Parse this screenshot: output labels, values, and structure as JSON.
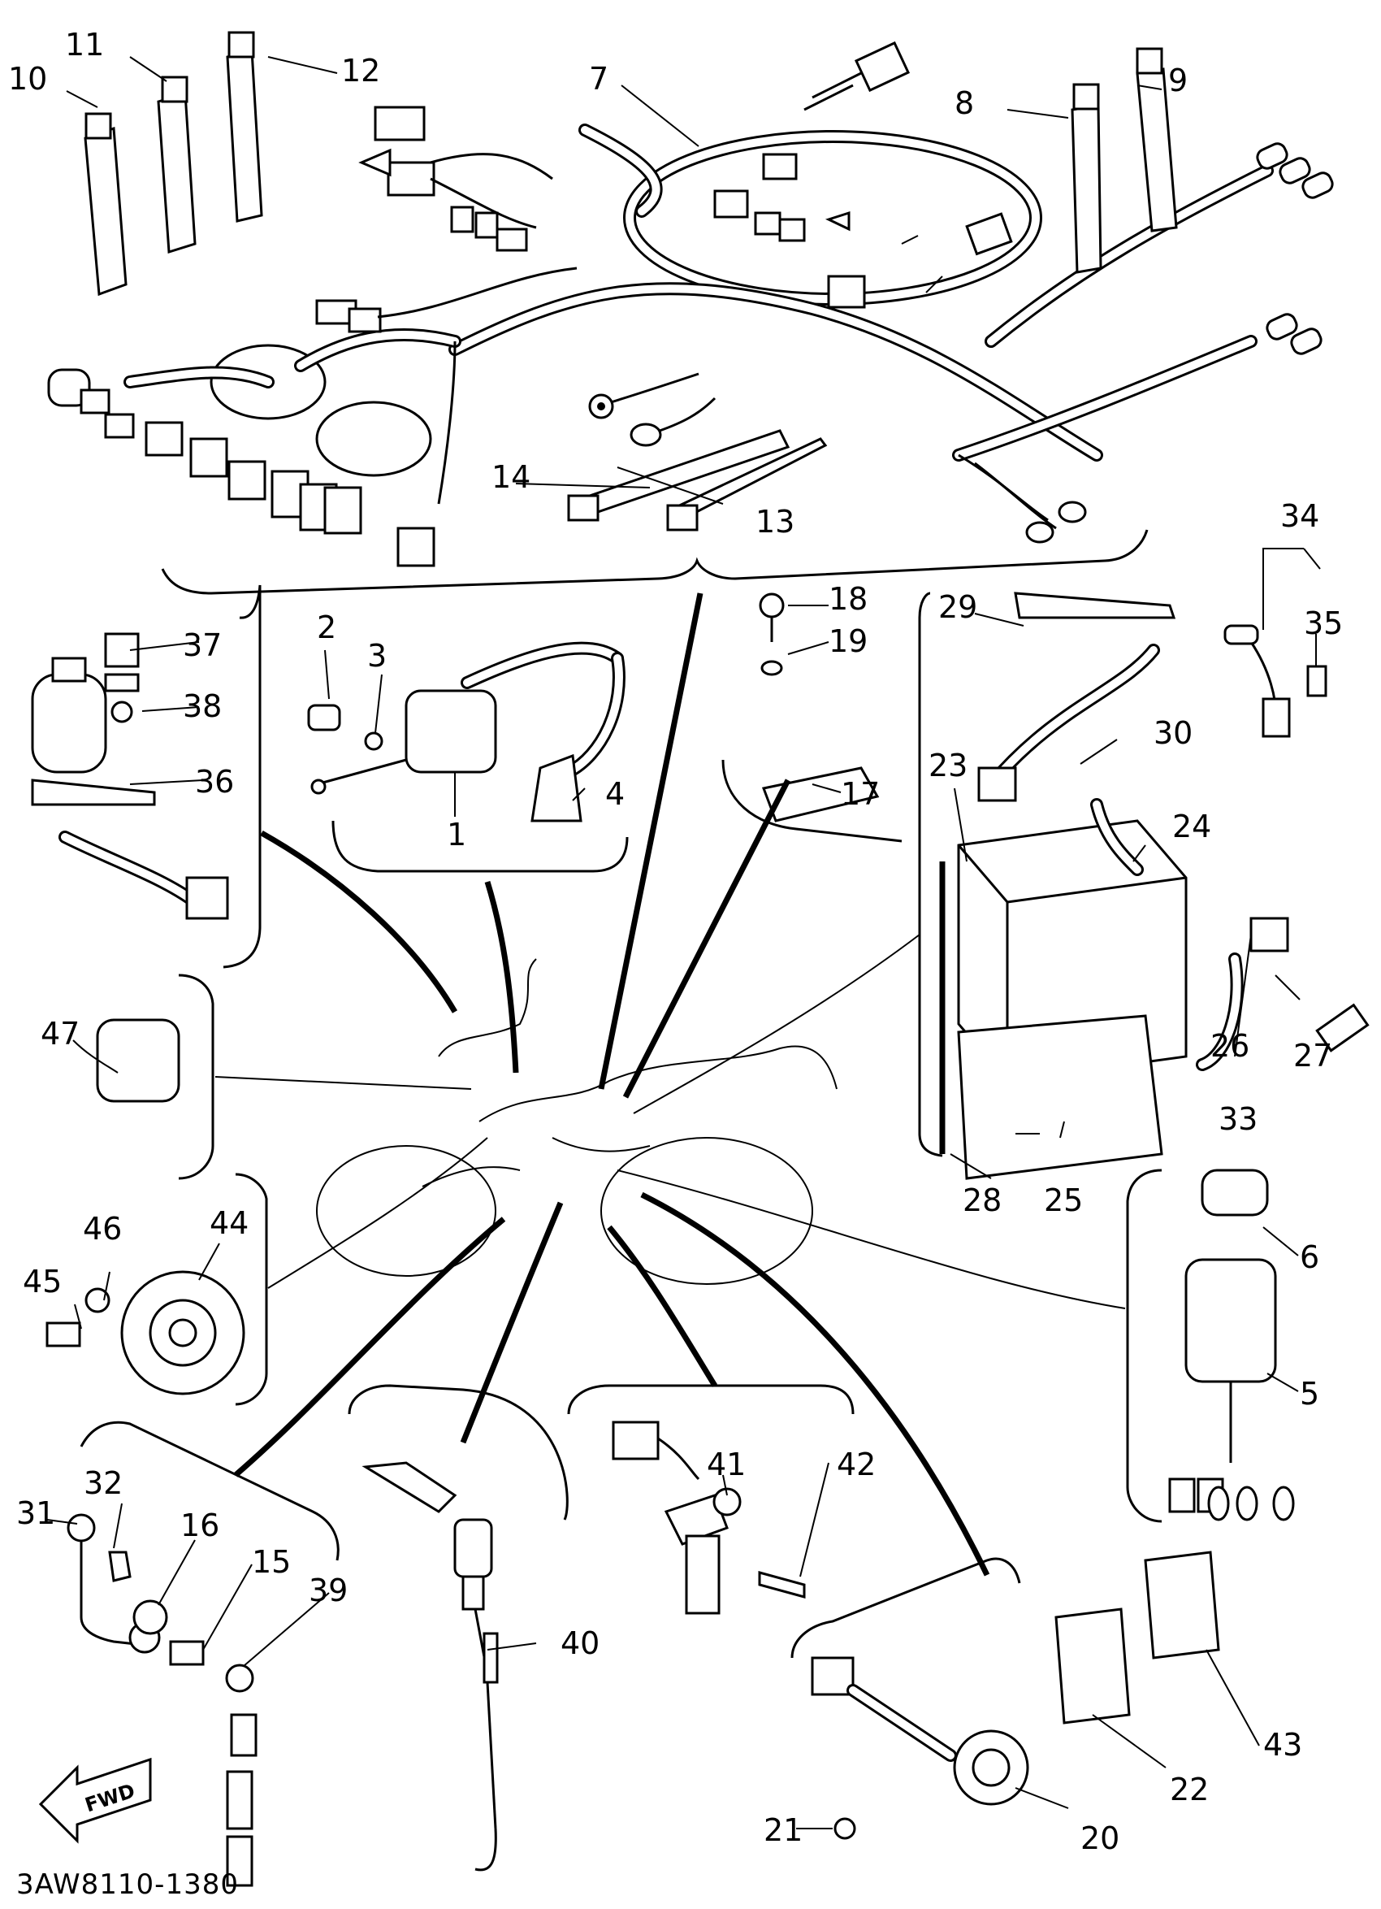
{
  "diagram": {
    "drawing_code": "3AW8110-1380",
    "direction_label": "FWD",
    "callouts": [
      "1",
      "2",
      "3",
      "4",
      "5",
      "6",
      "7",
      "8",
      "9",
      "10",
      "11",
      "12",
      "13",
      "14",
      "15",
      "16",
      "17",
      "18",
      "19",
      "20",
      "21",
      "22",
      "23",
      "24",
      "25",
      "26",
      "27",
      "28",
      "29",
      "30",
      "31",
      "32",
      "33",
      "34",
      "35",
      "36",
      "37",
      "38",
      "39",
      "40",
      "41",
      "42",
      "43",
      "44",
      "45",
      "46",
      "47"
    ]
  }
}
